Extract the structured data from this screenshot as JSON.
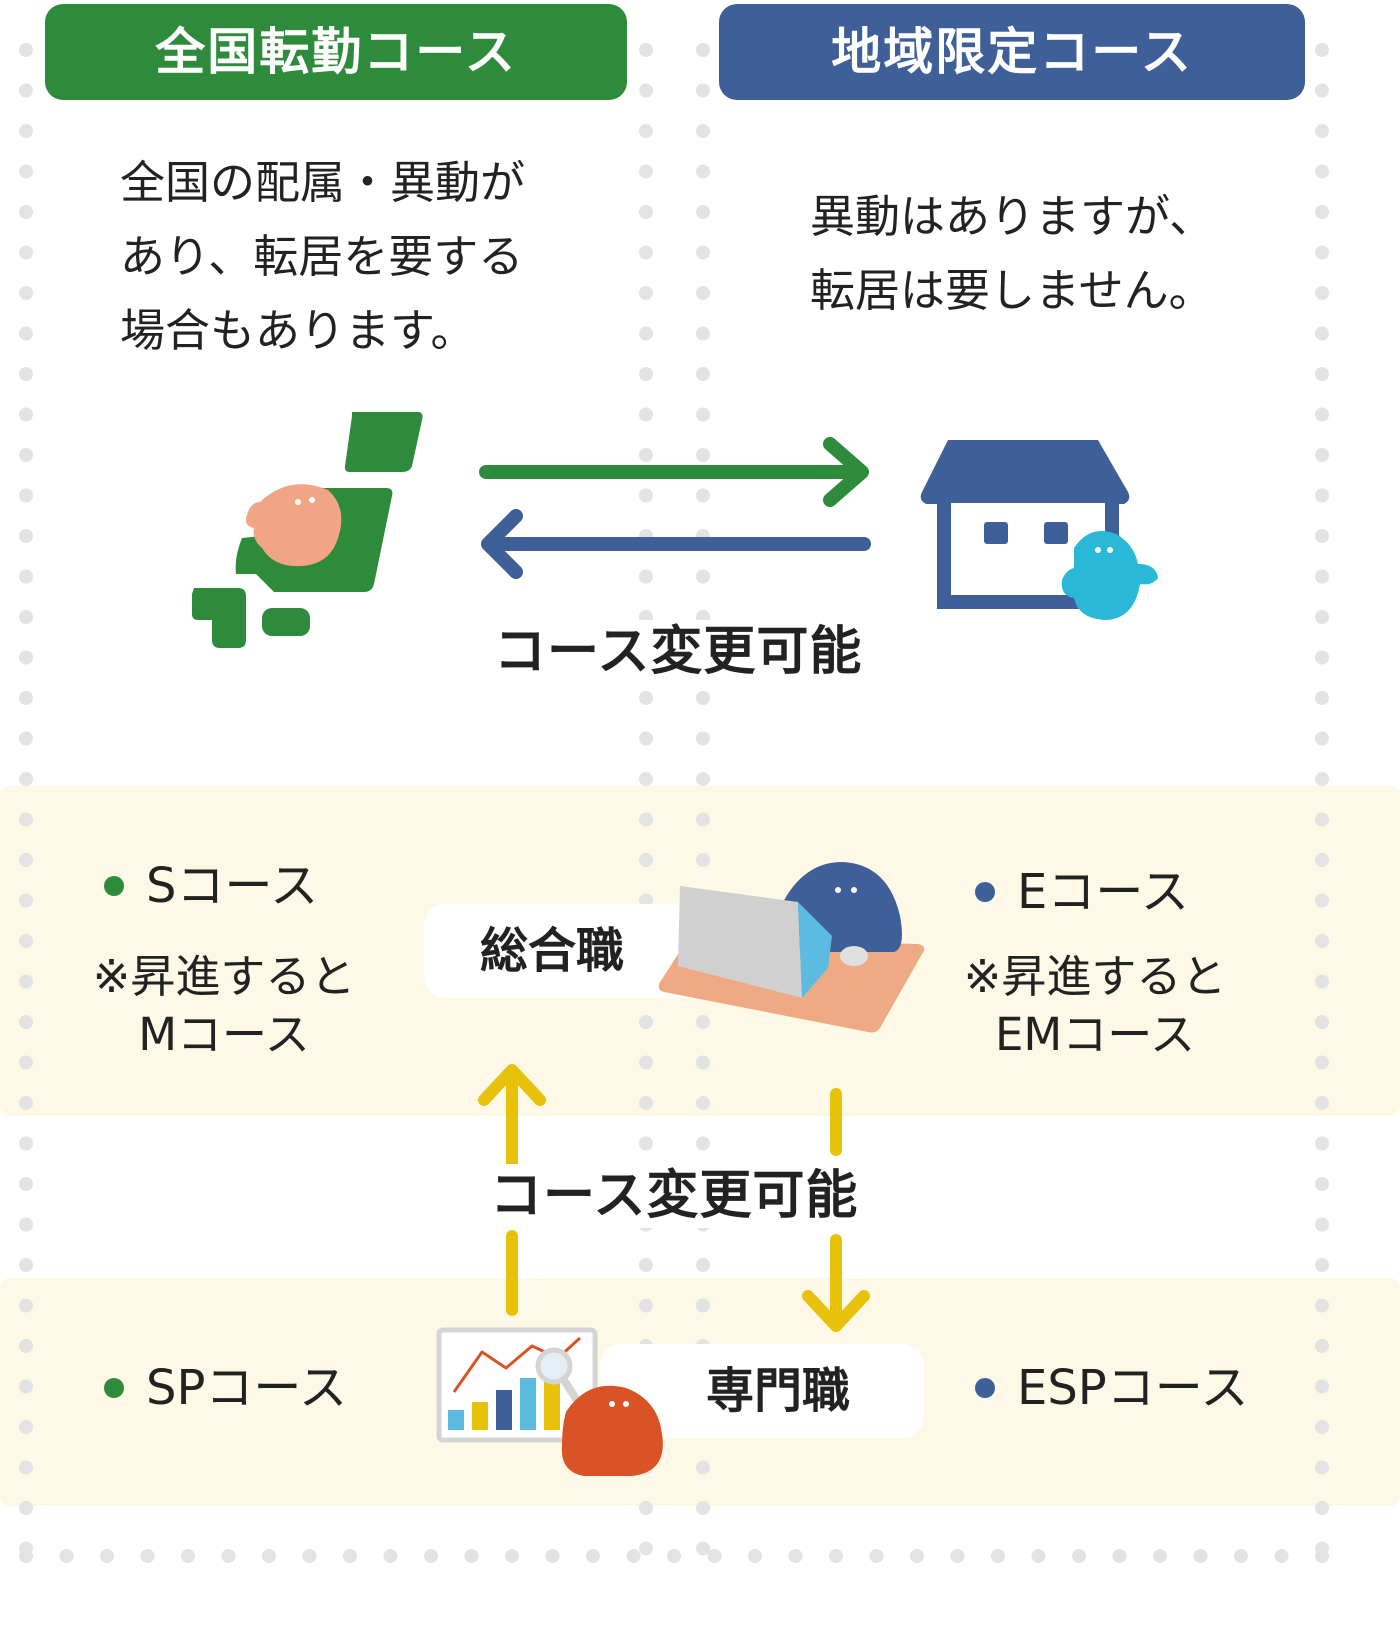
{
  "colors": {
    "nationwide_green": "#2e8b3b",
    "regional_blue": "#3f5f99",
    "arrow_yellow": "#e8c10a",
    "band_cream": "#fdf9e6",
    "dot_gray": "#e3e3e3",
    "creature_peach": "#f2a585",
    "creature_cyan": "#2ab8d8",
    "creature_navy": "#3f5f99",
    "creature_orange": "#d95326"
  },
  "headers": {
    "nationwide": "全国転勤コース",
    "regional": "地域限定コース"
  },
  "descriptions": {
    "nationwide": [
      "全国の配属・異動が",
      "あり、転居を要する",
      "場合もあります。"
    ],
    "regional": [
      "異動はありますが、",
      "転居は要しません。"
    ]
  },
  "course_change_label_top": "コース変更可能",
  "course_change_label_bottom": "コース変更可能",
  "general": {
    "label": "総合職",
    "left_course": "Sコース",
    "left_note": [
      "※昇進すると",
      "Mコース"
    ],
    "right_course": "Eコース",
    "right_note": [
      "※昇進すると",
      "EMコース"
    ]
  },
  "specialist": {
    "label": "専門職",
    "left_course": "SPコース",
    "right_course": "ESPコース"
  },
  "icons": {
    "japan_map": "japan-map-icon",
    "house": "house-icon",
    "laptop": "laptop-desk-icon",
    "chart": "bar-chart-icon"
  }
}
